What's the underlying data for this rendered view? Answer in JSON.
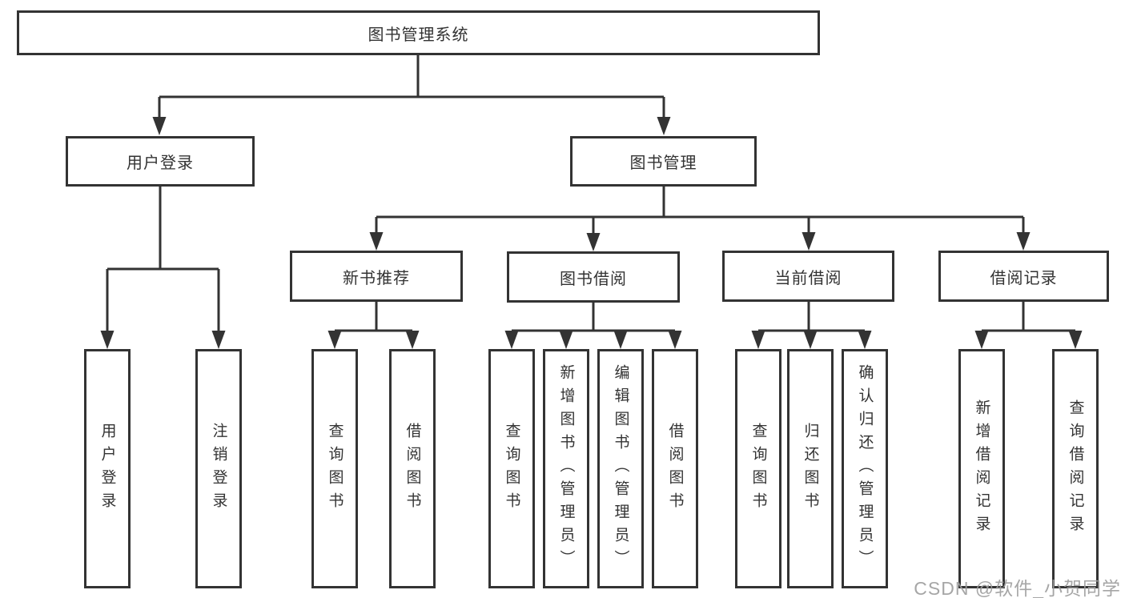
{
  "tree": {
    "root": {
      "label": "图书管理系统",
      "children": [
        {
          "label": "用户登录",
          "children": [
            {
              "label": "用户登录"
            },
            {
              "label": "注销登录"
            }
          ]
        },
        {
          "label": "图书管理",
          "children": [
            {
              "label": "新书推荐",
              "children": [
                {
                  "label": "查询图书"
                },
                {
                  "label": "借阅图书"
                }
              ]
            },
            {
              "label": "图书借阅",
              "children": [
                {
                  "label": "查询图书"
                },
                {
                  "label": "新增图书（管理员）"
                },
                {
                  "label": "编辑图书（管理员）"
                },
                {
                  "label": "借阅图书"
                }
              ]
            },
            {
              "label": "当前借阅",
              "children": [
                {
                  "label": "查询图书"
                },
                {
                  "label": "归还图书"
                },
                {
                  "label": "确认归还（管理员）"
                }
              ]
            },
            {
              "label": "借阅记录",
              "children": [
                {
                  "label": "新增借阅记录"
                },
                {
                  "label": "查询借阅记录"
                }
              ]
            }
          ]
        }
      ]
    }
  },
  "watermark": "CSDN @软件_小贺同学",
  "colors": {
    "line": "#333333",
    "text": "#333333",
    "background": "#ffffff",
    "watermark": "#9d9d9d"
  }
}
